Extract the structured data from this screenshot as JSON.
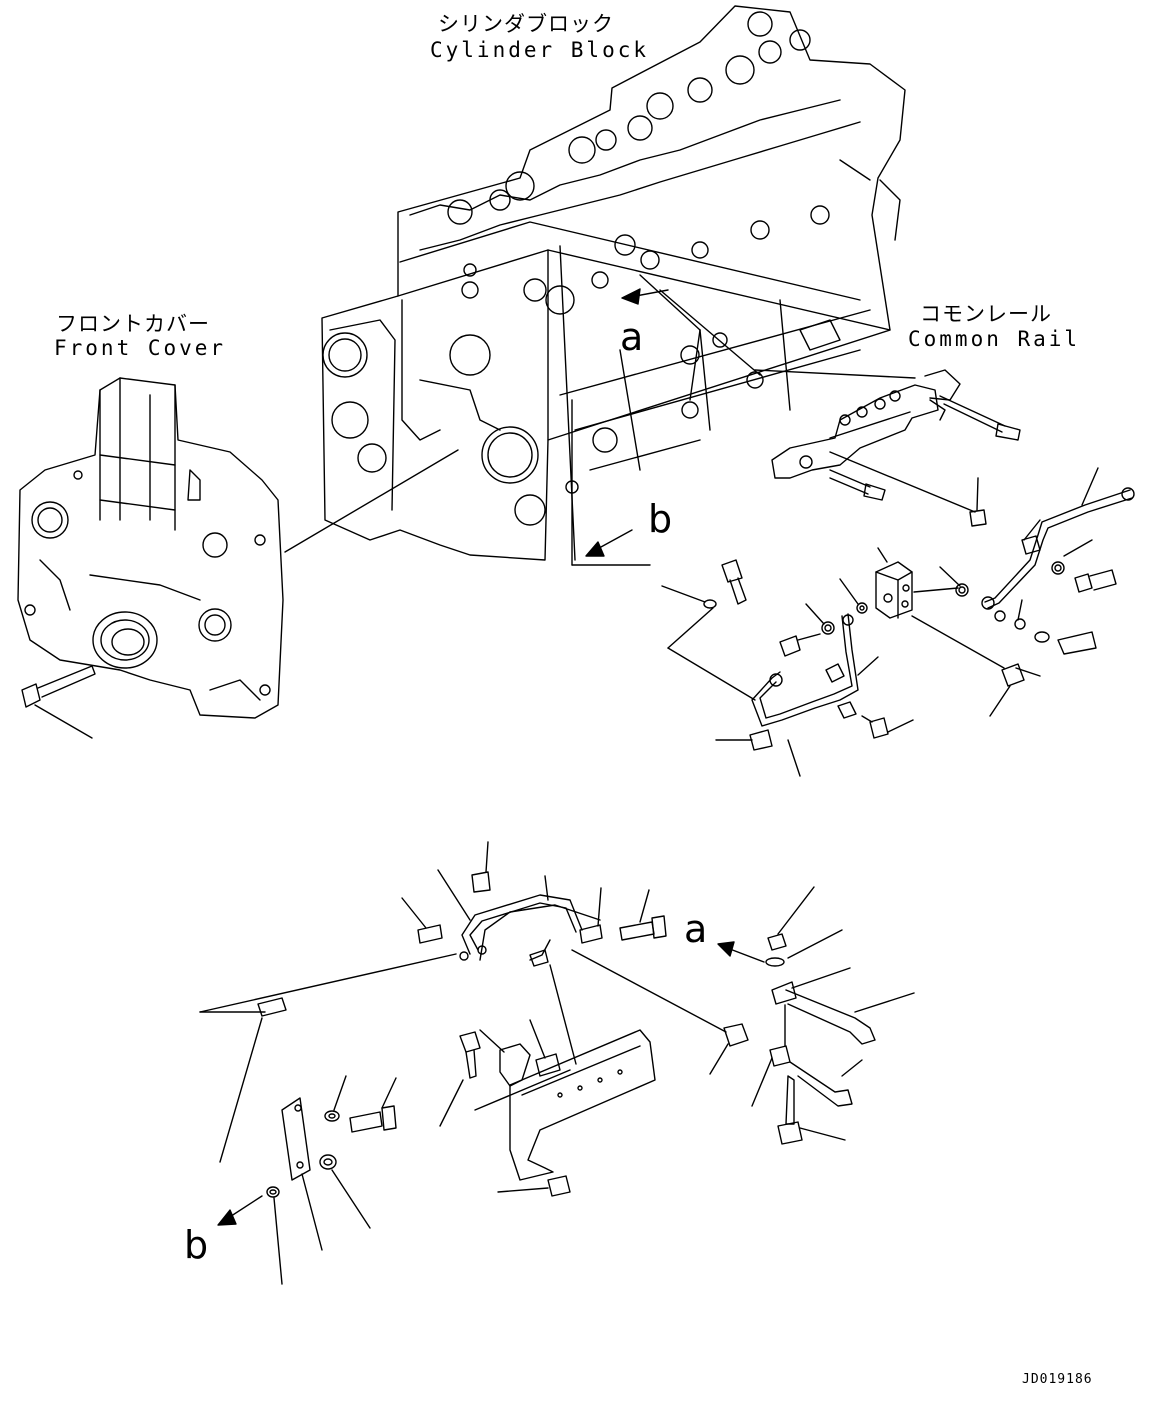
{
  "labels": {
    "cylinder_block": {
      "jp": "シリンダブロック",
      "en": "Cylinder Block"
    },
    "front_cover": {
      "jp": "フロントカバー",
      "en": "Front Cover"
    },
    "common_rail": {
      "jp": "コモンレール",
      "en": "Common Rail"
    }
  },
  "refs": {
    "a_top": "a",
    "b_top": "b",
    "a_bottom": "a",
    "b_bottom": "b"
  },
  "drawing_code": "JD019186",
  "colors": {
    "line": "#000000",
    "background": "#ffffff"
  }
}
